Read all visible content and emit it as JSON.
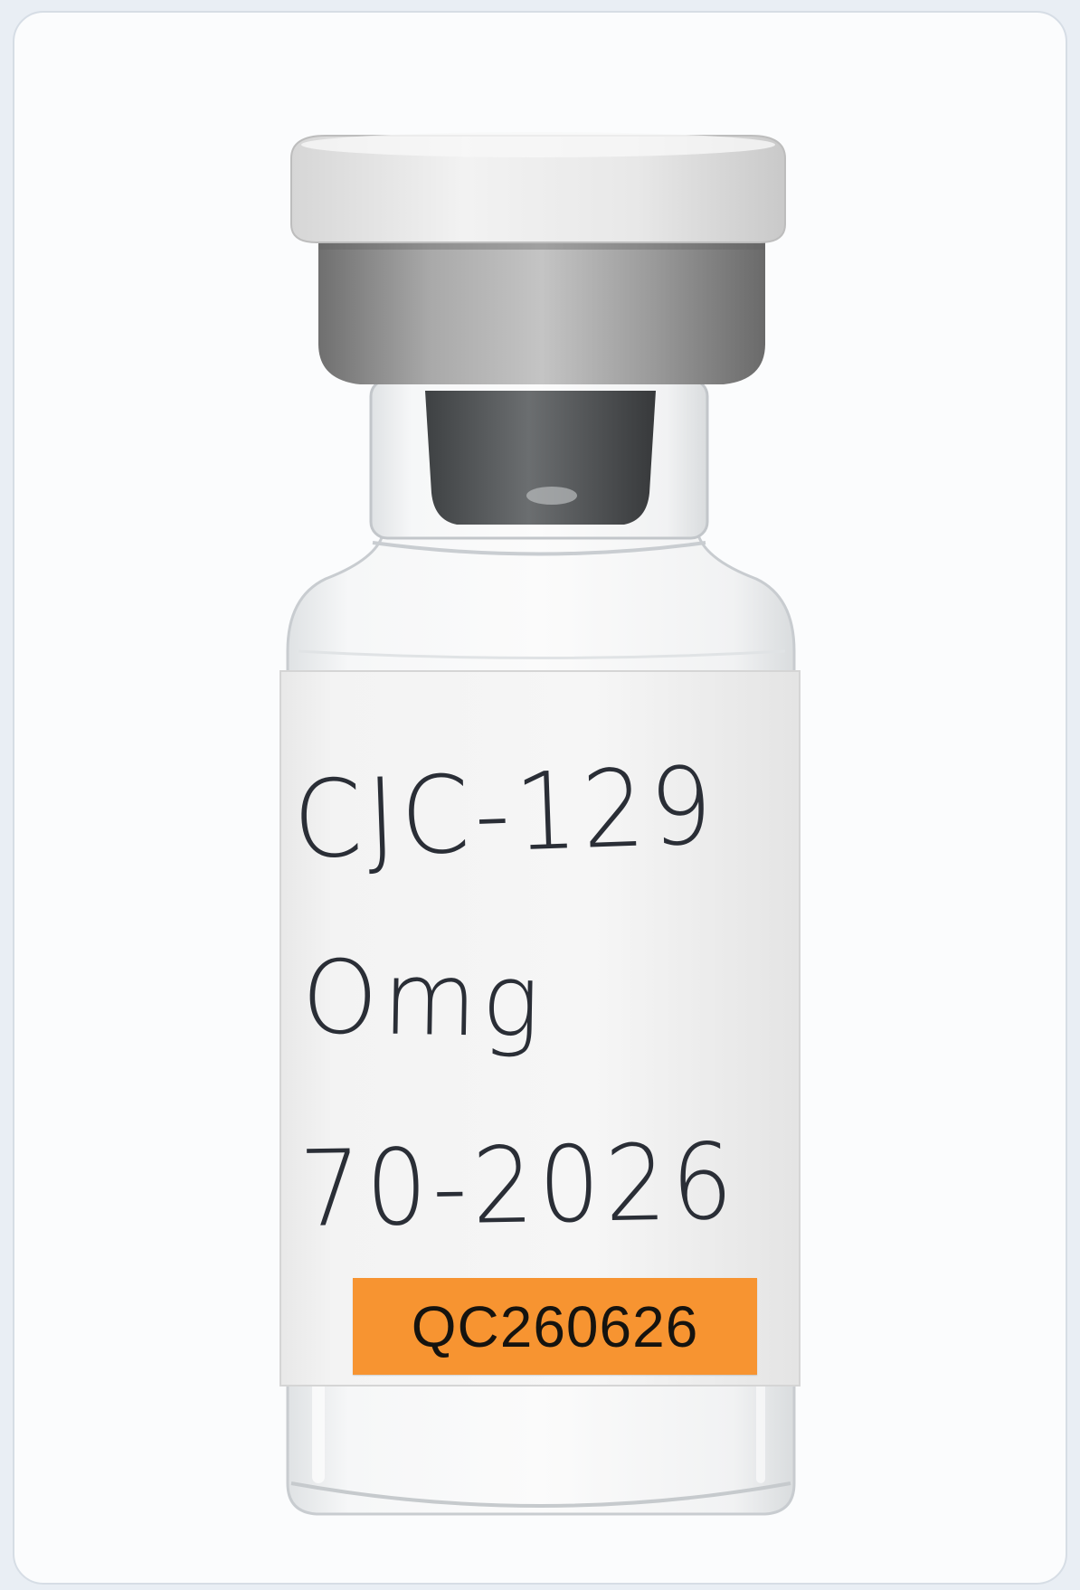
{
  "vial": {
    "label_handwriting": {
      "line1": "CJC-129",
      "line2": "Omg",
      "line3": "70-2026"
    },
    "qc_sticker": {
      "code": "QC260626",
      "color": "#f79431"
    },
    "cap_color": "#e4e4e4",
    "crimp_color": "#8c8c8c"
  }
}
